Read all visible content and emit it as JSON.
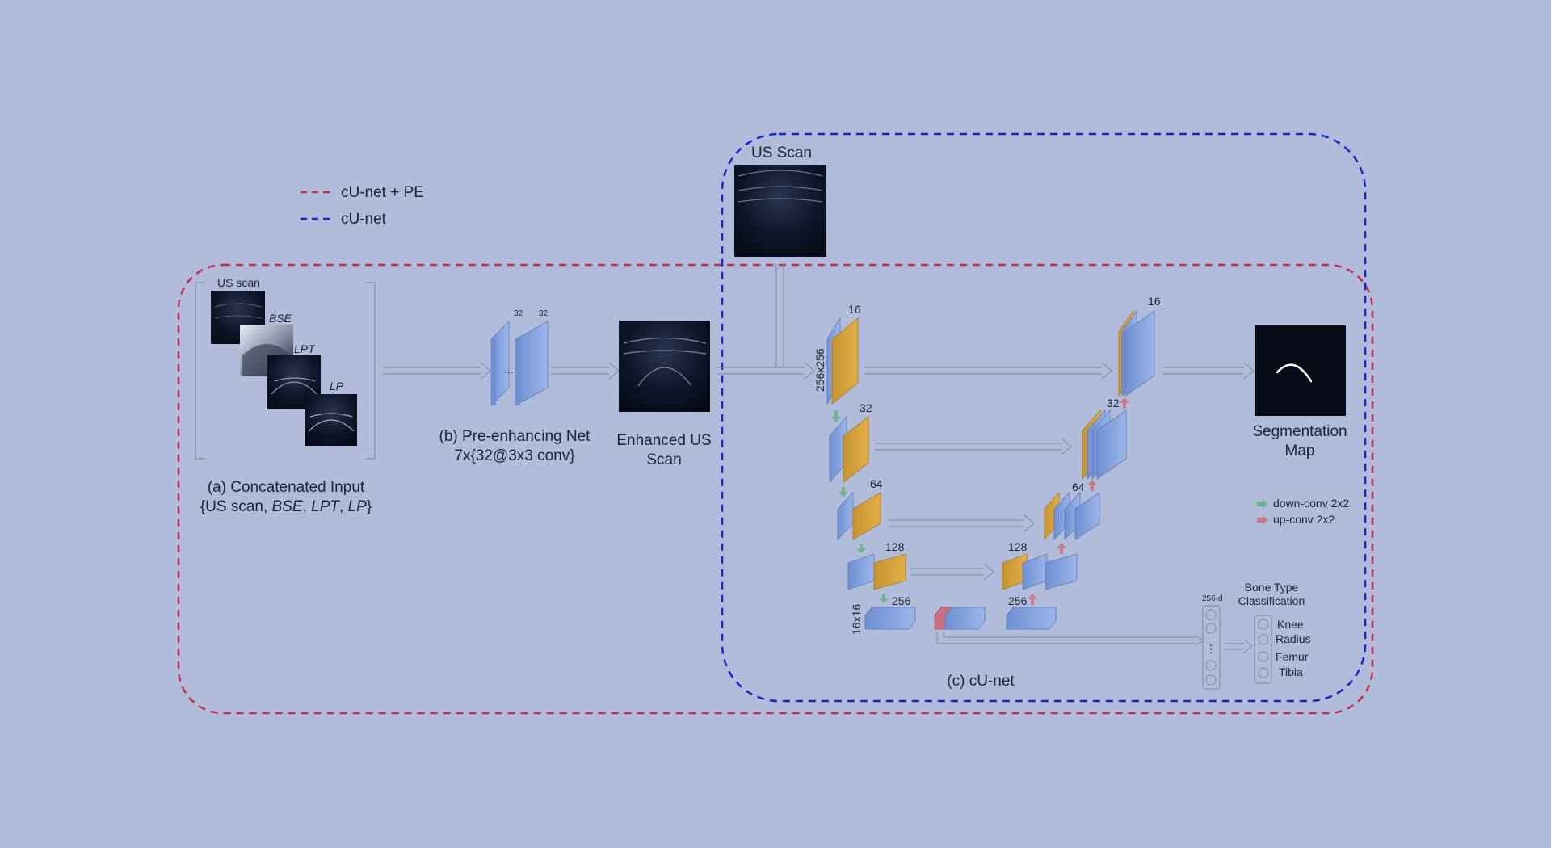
{
  "legend": {
    "red_label": "cU-net + PE",
    "blue_label": "cU-net",
    "down_label": "down-conv 2x2",
    "up_label": "up-conv 2x2"
  },
  "input": {
    "us_scan": "US scan",
    "bse": "BSE",
    "lpt": "LPT",
    "lp": "LP",
    "caption_line1": "(a)  Concatenated Input",
    "caption_line2_pre": "{US scan, ",
    "caption_bse": "BSE",
    "caption_sep1": ", ",
    "caption_lpt": "LPT",
    "caption_sep2": ", ",
    "caption_lp": "LP",
    "caption_line2_post": "}"
  },
  "pre_net": {
    "ch1": "32",
    "ch2": "32",
    "dots": "...",
    "caption_line1": "(b)  Pre-enhancing Net",
    "caption_line2": "7x{32@3x3 conv}"
  },
  "enhanced": {
    "line1": "Enhanced US",
    "line2": "Scan"
  },
  "us_scan_top": "US Scan",
  "unet": {
    "size_top": "256x256",
    "size_bottom": "16x16",
    "enc": [
      "16",
      "32",
      "64",
      "128",
      "256"
    ],
    "dec": [
      "16",
      "32",
      "64",
      "128",
      "256"
    ],
    "caption": "(c)  cU-net"
  },
  "segmentation": {
    "line1": "Segmentation",
    "line2": "Map"
  },
  "classifier": {
    "fc_label": "256-d",
    "dots": "⋮",
    "title_line1": "Bone Type",
    "title_line2": "Classification",
    "classes": [
      "Knee",
      "Radius",
      "Femur",
      "Tibia"
    ]
  },
  "colors": {
    "background": "#b0bcd9",
    "red_dash": "#c0304a",
    "blue_dash": "#1a22c8",
    "block_blue": "#7f9fdd",
    "block_orange": "#d9a43c",
    "block_red": "#c77080",
    "down_arrow": "#6db38f",
    "up_arrow": "#c97a8a"
  }
}
